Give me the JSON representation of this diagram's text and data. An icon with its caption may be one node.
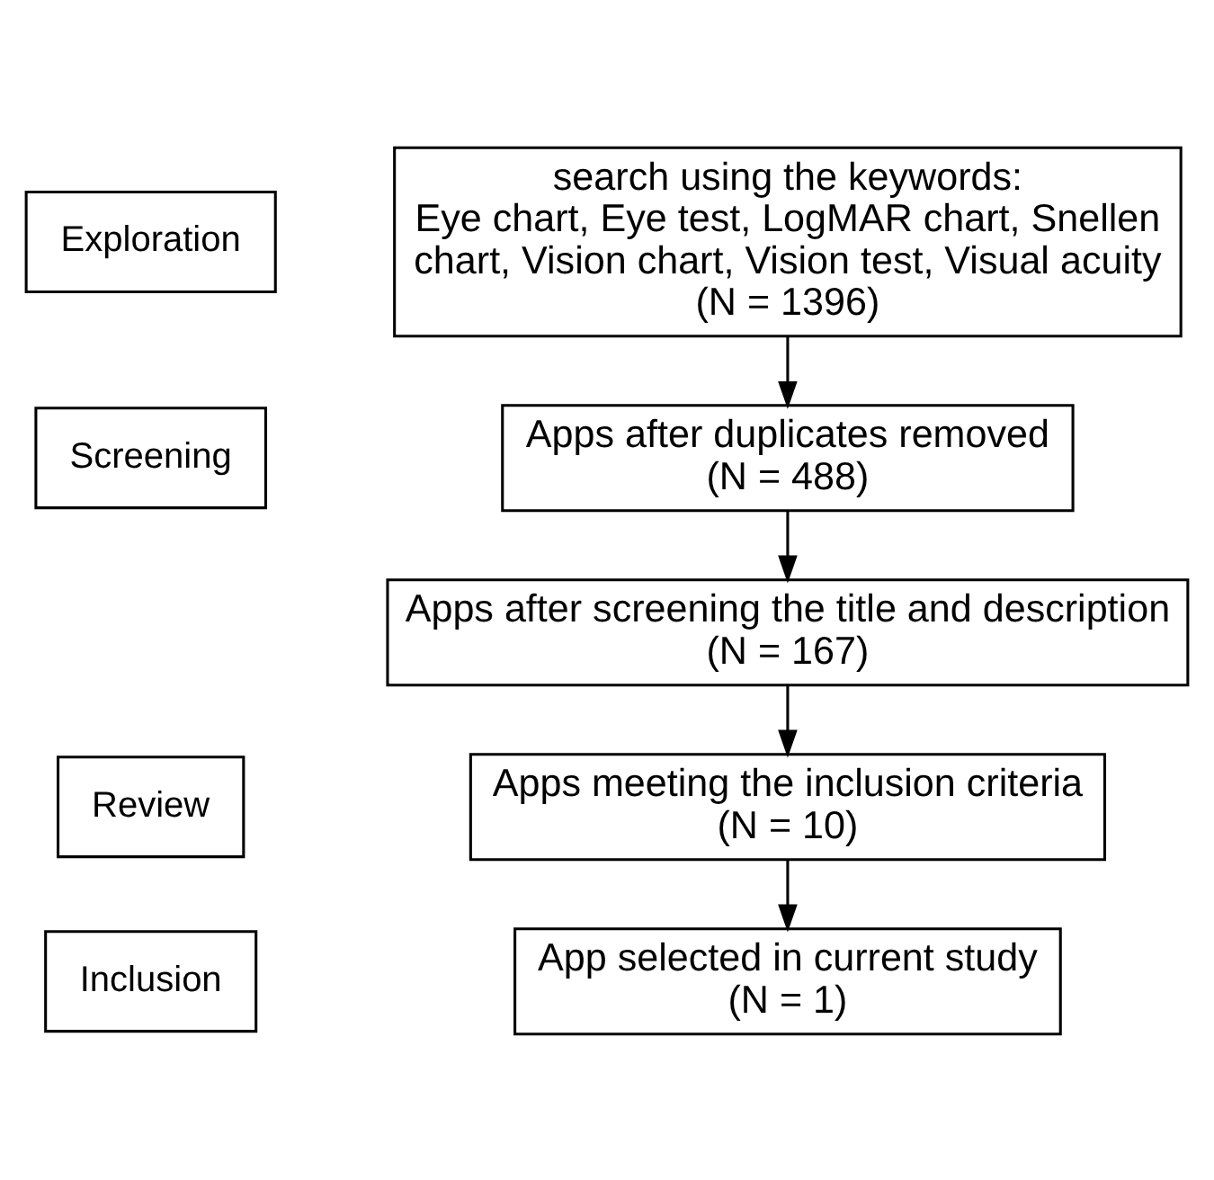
{
  "diagram": {
    "nodes": [
      {
        "text": [
          "Exploration"
        ]
      },
      {
        "text": [
          "search using the keywords:",
          "Eye chart, Eye test, LogMAR chart, Snellen chart, Vision chart, Vision test, Visual acuity",
          "(N = 1396)"
        ]
      },
      {
        "text": [
          "Screening"
        ]
      },
      {
        "text": [
          "Apps after duplicates removed",
          "(N = 488)"
        ]
      },
      {
        "text": [
          "Apps after screening the title and description",
          "(N = 167)"
        ]
      },
      {
        "text": [
          "Review"
        ]
      },
      {
        "text": [
          "Apps meeting the inclusion criteria",
          "(N = 10)"
        ]
      },
      {
        "text": [
          "Inclusion"
        ]
      },
      {
        "text": [
          "App selected in current study",
          "(N = 1)"
        ]
      }
    ],
    "edges": [
      {
        "from": 1,
        "to": 3,
        "arrow": "to"
      },
      {
        "from": 3,
        "to": 4,
        "arrow": "to"
      },
      {
        "from": 4,
        "to": 6,
        "arrow": "to"
      },
      {
        "from": 6,
        "to": 8,
        "arrow": "to"
      }
    ]
  }
}
